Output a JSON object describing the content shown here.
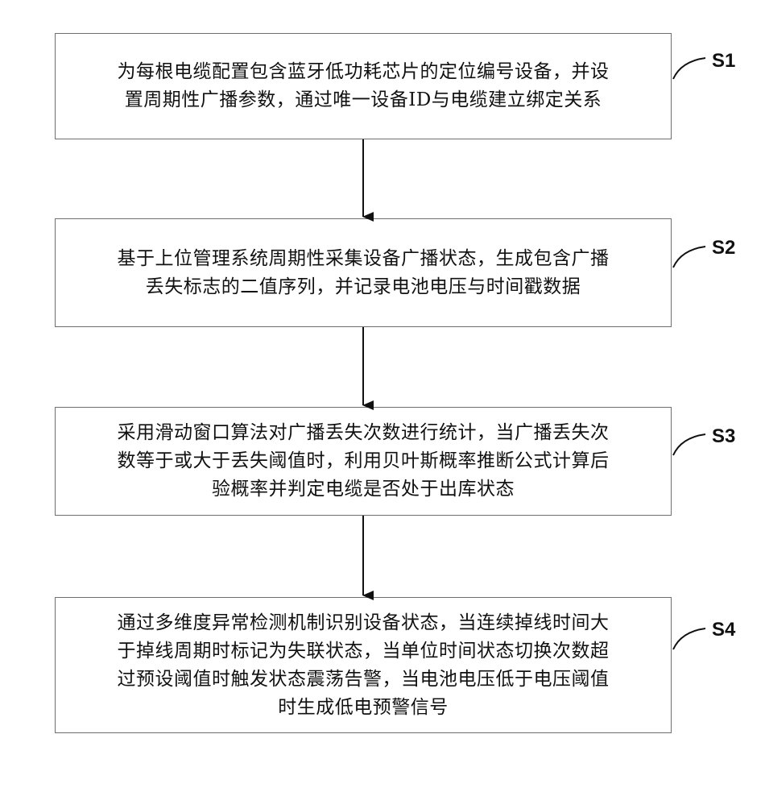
{
  "steps": [
    {
      "label": "S1",
      "text": "为每根电缆配置包含蓝牙低功耗芯片的定位编号设备，并设\n置周期性广播参数，通过唯一设备ID与电缆建立绑定关系"
    },
    {
      "label": "S2",
      "text": "基于上位管理系统周期性采集设备广播状态，生成包含广播\n丢失标志的二值序列，并记录电池电压与时间戳数据"
    },
    {
      "label": "S3",
      "text": "采用滑动窗口算法对广播丢失次数进行统计，当广播丢失次\n数等于或大于丢失阈值时，利用贝叶斯概率推断公式计算后\n验概率并判定电缆是否处于出库状态"
    },
    {
      "label": "S4",
      "text": "通过多维度异常检测机制识别设备状态，当连续掉线时间大\n于掉线周期时标记为失联状态，当单位时间状态切换次数超\n过预设阈值时触发状态震荡告警，当电池电压低于电压阈值\n时生成低电预警信号"
    }
  ]
}
